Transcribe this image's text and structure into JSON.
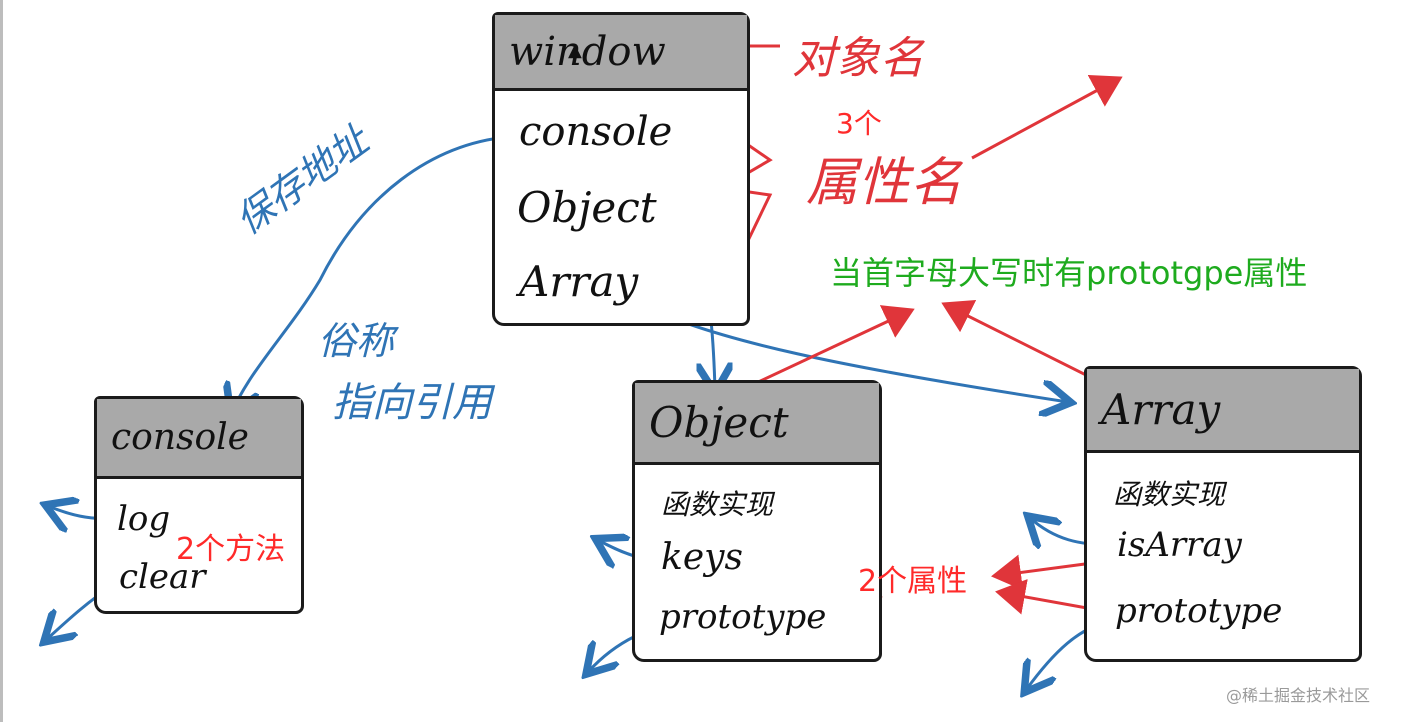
{
  "boxes": {
    "window": {
      "title": "window",
      "fields": [
        "console",
        "Object",
        "Array"
      ]
    },
    "console": {
      "title": "console",
      "fields": [
        "log",
        "clear"
      ]
    },
    "object": {
      "title": "Object",
      "fields": [
        "函数实现",
        "keys",
        "prototype"
      ]
    },
    "array": {
      "title": "Array",
      "fields": [
        "函数实现",
        "isArray",
        "prototype"
      ]
    }
  },
  "annotations": {
    "object_name": "对象名",
    "property_name": "属性名",
    "three_props": "3个",
    "save_address": "保存地址",
    "alias": "俗称",
    "points_to_ref": "指向引用",
    "two_methods": "2个方法",
    "two_props": "2个属性",
    "uppercase_prototype": "当首字母大写时有prototgpe属性"
  },
  "watermark": "@稀土掘金技术社区",
  "colors": {
    "blue": "#2f74b5",
    "red": "#e0353a",
    "green": "#1eab1e",
    "header_gray": "#a9a9a9"
  }
}
